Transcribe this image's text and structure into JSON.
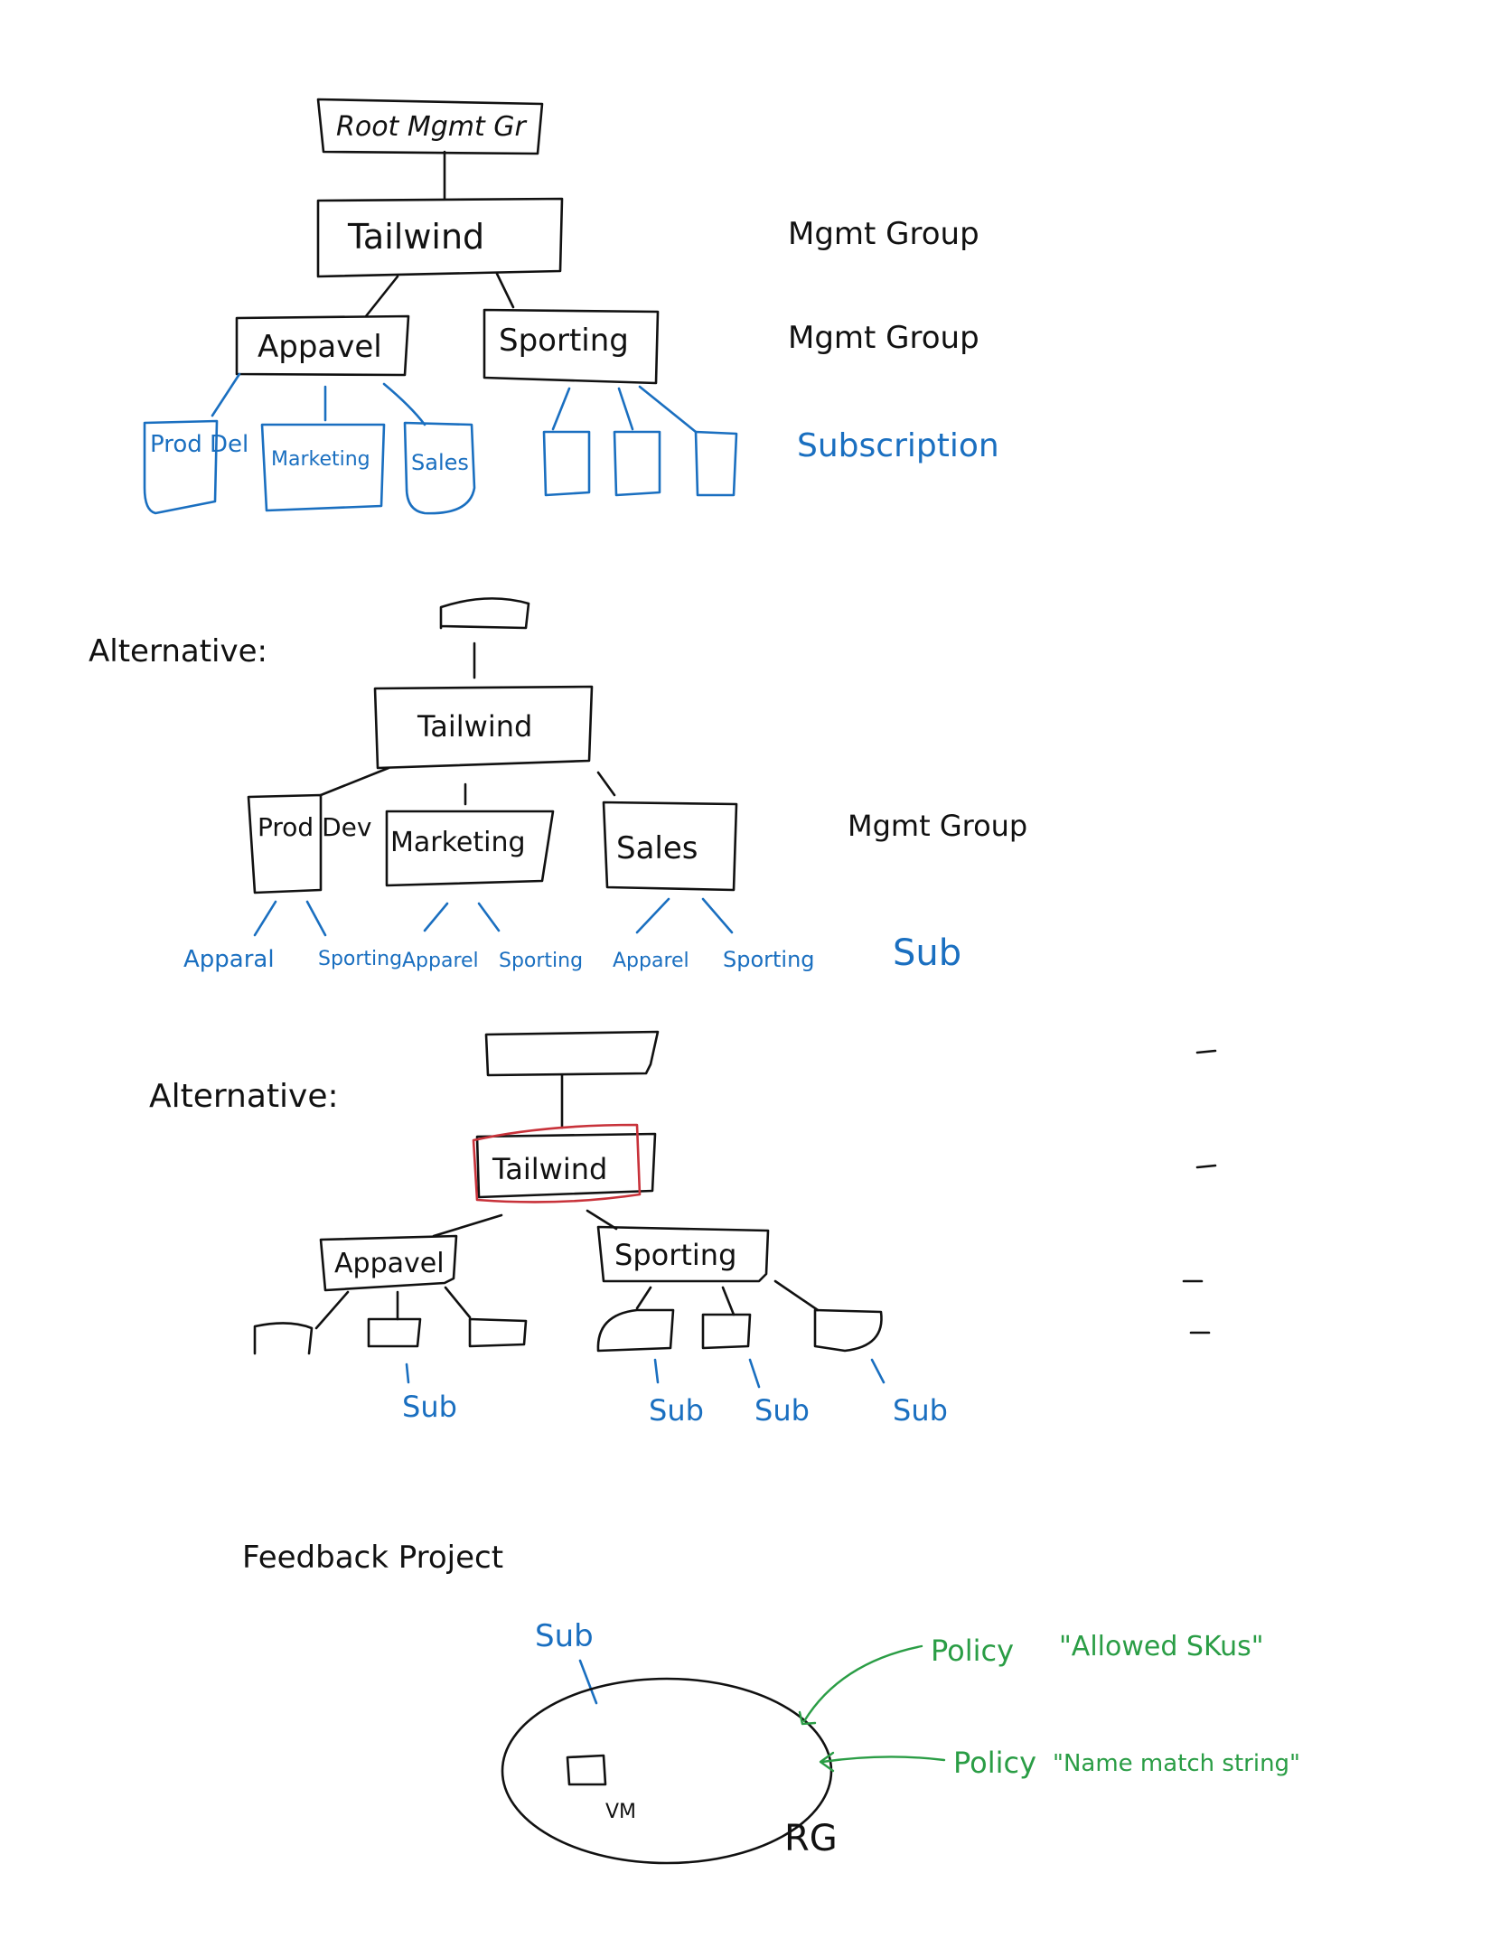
{
  "colors": {
    "ink": "#111111",
    "blue": "#1a6fc0",
    "green": "#2a9d45",
    "red": "#c8323a"
  },
  "diagram1": {
    "root": "Root Mgmt Gr",
    "tailwind": "Tailwind",
    "appavel": "Appavel",
    "sporting": "Sporting",
    "subs": [
      "Prod Del",
      "Marketing",
      "Sales"
    ],
    "legend": [
      "Mgmt Group",
      "Mgmt Group",
      "Subscription"
    ]
  },
  "diagram2": {
    "heading": "Alternative:",
    "tailwind": "Tailwind",
    "groups": [
      "Prod Dev",
      "Marketing",
      "Sales"
    ],
    "leaves": [
      "Apparal",
      "Sporting",
      "Apparel",
      "Sporting",
      "Apparel",
      "Sporting"
    ],
    "legend": [
      "Mgmt Group",
      "Sub"
    ]
  },
  "diagram3": {
    "heading": "Alternative:",
    "tailwind": "Tailwind",
    "appavel": "Appavel",
    "sporting": "Sporting",
    "sub_labels": [
      "Sub",
      "Sub",
      "Sub",
      "Sub"
    ]
  },
  "diagram4": {
    "heading": "Feedback Project",
    "sub": "Sub",
    "vm": "VM",
    "rg": "RG",
    "policy1": "Policy",
    "policy1_value": "\"Allowed SKus\"",
    "policy2": "Policy",
    "policy2_value": "\"Name match string\""
  }
}
